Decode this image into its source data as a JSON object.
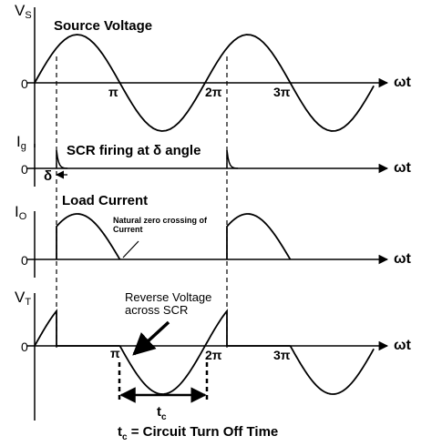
{
  "panels": [
    {
      "axis_label": "V",
      "axis_sub": "S",
      "title": "Source Voltage",
      "zero": "0",
      "x_label": "ωt"
    },
    {
      "axis_label": "I",
      "axis_sub": "g",
      "title": "SCR firing at δ angle",
      "zero": "0",
      "x_label": "ωt"
    },
    {
      "axis_label": "I",
      "axis_sub": "O",
      "title": "Load Current",
      "zero": "0",
      "x_label": "ωt"
    },
    {
      "axis_label": "V",
      "axis_sub": "T",
      "zero": "0",
      "x_label": "ωt"
    }
  ],
  "ticks": {
    "pi": "π",
    "two_pi": "2π",
    "three_pi": "3π"
  },
  "delta_label": "δ",
  "annotations": {
    "natural_zero": "Natural zero crossing of Current",
    "reverse_voltage": "Reverse Voltage across SCR",
    "tc": "t",
    "tc_sub": "c",
    "footer": "t",
    "footer_sub": "c",
    "footer_rest": " = Circuit Turn Off Time"
  },
  "colors": {
    "stroke": "#000000",
    "background": "#ffffff"
  }
}
